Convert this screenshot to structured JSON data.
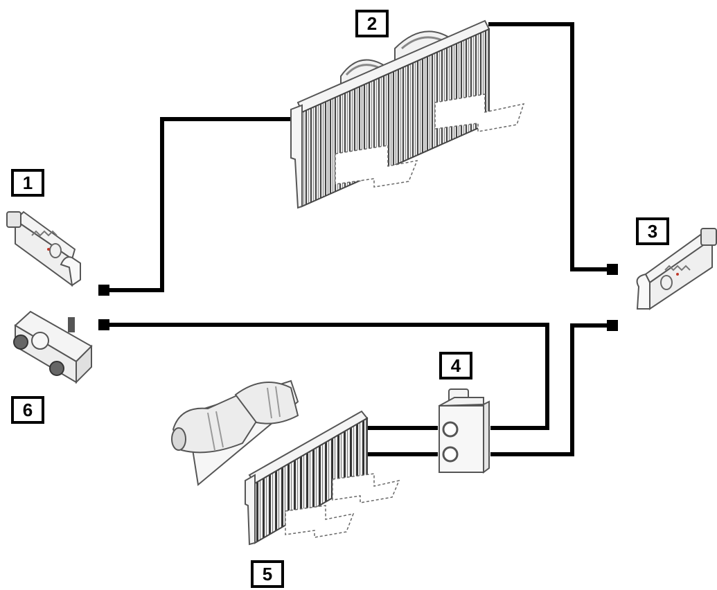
{
  "labels": {
    "one": "1",
    "two": "2",
    "three": "3",
    "four": "4",
    "five": "5",
    "six": "6"
  },
  "colors": {
    "line": "#000000",
    "component_fill": "#f4f4f4",
    "component_stroke": "#555555",
    "fin_dark": "#3a3a3a",
    "accent": "#c0392b"
  },
  "components": [
    {
      "id": "1",
      "icon": "pressure-switch-icon"
    },
    {
      "id": "2",
      "icon": "evaporator-fan-coil-icon"
    },
    {
      "id": "3",
      "icon": "pressure-switch-icon"
    },
    {
      "id": "4",
      "icon": "expansion-valve-icon"
    },
    {
      "id": "5",
      "icon": "condenser-blower-coil-icon"
    },
    {
      "id": "6",
      "icon": "terminal-block-icon"
    }
  ]
}
